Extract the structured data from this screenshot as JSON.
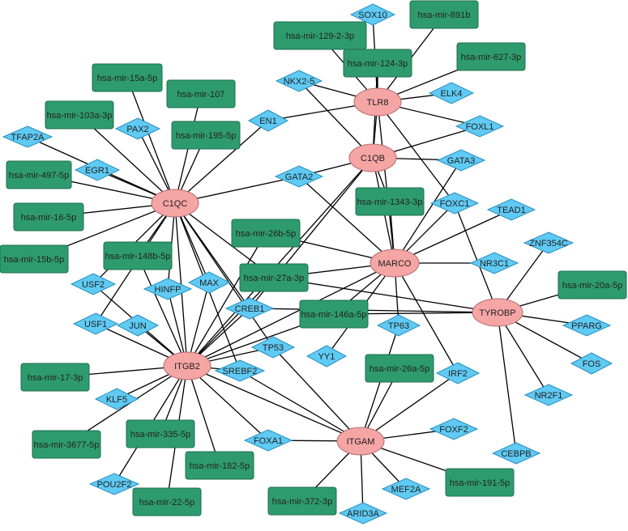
{
  "colors": {
    "gene": "#f6a5a5",
    "mirna": "#2e9b6e",
    "tf": "#5fcaf3",
    "edge": "#000000",
    "background": "#ffffff"
  },
  "nodes": [
    {
      "id": "TLR8",
      "label": "TLR8",
      "type": "gene"
    },
    {
      "id": "C1QB",
      "label": "C1QB",
      "type": "gene"
    },
    {
      "id": "C1QC",
      "label": "C1QC",
      "type": "gene"
    },
    {
      "id": "MARCO",
      "label": "MARCO",
      "type": "gene"
    },
    {
      "id": "TYROBP",
      "label": "TYROBP",
      "type": "gene"
    },
    {
      "id": "ITGB2",
      "label": "ITGB2",
      "type": "gene"
    },
    {
      "id": "ITGAM",
      "label": "ITGAM",
      "type": "gene"
    },
    {
      "id": "m129_2",
      "label": "hsa-mir-129-2-3p",
      "type": "mirna"
    },
    {
      "id": "m891b",
      "label": "hsa-mir-891b",
      "type": "mirna"
    },
    {
      "id": "m124",
      "label": "hsa-mir-124-3p",
      "type": "mirna"
    },
    {
      "id": "m627",
      "label": "hsa-mir-627-3p",
      "type": "mirna"
    },
    {
      "id": "m15a",
      "label": "hsa-mir-15a-5p",
      "type": "mirna"
    },
    {
      "id": "m107",
      "label": "hsa-mir-107",
      "type": "mirna"
    },
    {
      "id": "m103a",
      "label": "hsa-mir-103a-3p",
      "type": "mirna"
    },
    {
      "id": "m195",
      "label": "hsa-mir-195-5p",
      "type": "mirna"
    },
    {
      "id": "m497",
      "label": "hsa-mir-497-5p",
      "type": "mirna"
    },
    {
      "id": "m16",
      "label": "hsa-mir-16-5p",
      "type": "mirna"
    },
    {
      "id": "m15b",
      "label": "hsa-mir-15b-5p",
      "type": "mirna"
    },
    {
      "id": "m1343",
      "label": "hsa-mir-1343-3p",
      "type": "mirna"
    },
    {
      "id": "m26b",
      "label": "hsa-mir-26b-5p",
      "type": "mirna"
    },
    {
      "id": "m148b",
      "label": "hsa-mir-148b-5p",
      "type": "mirna"
    },
    {
      "id": "m27a",
      "label": "hsa-mir-27a-3p",
      "type": "mirna"
    },
    {
      "id": "m146a",
      "label": "hsa-mir-146a-5p",
      "type": "mirna"
    },
    {
      "id": "m20a",
      "label": "hsa-mir-20a-5p",
      "type": "mirna"
    },
    {
      "id": "m17",
      "label": "hsa-mir-17-3p",
      "type": "mirna"
    },
    {
      "id": "m26a",
      "label": "hsa-mir-26a-5p",
      "type": "mirna"
    },
    {
      "id": "m3677",
      "label": "hsa-mir-3677-5p",
      "type": "mirna"
    },
    {
      "id": "m335",
      "label": "hsa-mir-335-5p",
      "type": "mirna"
    },
    {
      "id": "m182",
      "label": "hsa-mir-182-5p",
      "type": "mirna"
    },
    {
      "id": "m22",
      "label": "hsa-mir-22-5p",
      "type": "mirna"
    },
    {
      "id": "m372",
      "label": "hsa-mir-372-3p",
      "type": "mirna"
    },
    {
      "id": "m191",
      "label": "hsa-mir-191-5p",
      "type": "mirna"
    },
    {
      "id": "SOX10",
      "label": "SOX10",
      "type": "tf"
    },
    {
      "id": "NKX2_5",
      "label": "NKX2-5",
      "type": "tf"
    },
    {
      "id": "ELK4",
      "label": "ELK4",
      "type": "tf"
    },
    {
      "id": "FOXL1",
      "label": "FOXL1",
      "type": "tf"
    },
    {
      "id": "PAX2",
      "label": "PAX2",
      "type": "tf"
    },
    {
      "id": "EN1",
      "label": "EN1",
      "type": "tf"
    },
    {
      "id": "TFAP2A",
      "label": "TFAP2A",
      "type": "tf"
    },
    {
      "id": "EGR1",
      "label": "EGR1",
      "type": "tf"
    },
    {
      "id": "GATA3",
      "label": "GATA3",
      "type": "tf"
    },
    {
      "id": "GATA2",
      "label": "GATA2",
      "type": "tf"
    },
    {
      "id": "FOXC1",
      "label": "FOXC1",
      "type": "tf"
    },
    {
      "id": "TEAD1",
      "label": "TEAD1",
      "type": "tf"
    },
    {
      "id": "ZNF354C",
      "label": "ZNF354C",
      "type": "tf"
    },
    {
      "id": "NR3C1",
      "label": "NR3C1",
      "type": "tf"
    },
    {
      "id": "USF2",
      "label": "USF2",
      "type": "tf"
    },
    {
      "id": "HINFP",
      "label": "HINFP",
      "type": "tf"
    },
    {
      "id": "MAX",
      "label": "MAX",
      "type": "tf"
    },
    {
      "id": "CREB1",
      "label": "CREB1",
      "type": "tf"
    },
    {
      "id": "USF1",
      "label": "USF1",
      "type": "tf"
    },
    {
      "id": "JUN",
      "label": "JUN",
      "type": "tf"
    },
    {
      "id": "TP63",
      "label": "TP63",
      "type": "tf"
    },
    {
      "id": "PPARG",
      "label": "PPARG",
      "type": "tf"
    },
    {
      "id": "TP53",
      "label": "TP53",
      "type": "tf"
    },
    {
      "id": "YY1",
      "label": "YY1",
      "type": "tf"
    },
    {
      "id": "FOS",
      "label": "FOS",
      "type": "tf"
    },
    {
      "id": "SREBF2",
      "label": "SREBF2",
      "type": "tf"
    },
    {
      "id": "IRF2",
      "label": "IRF2",
      "type": "tf"
    },
    {
      "id": "NR2F1",
      "label": "NR2F1",
      "type": "tf"
    },
    {
      "id": "KLF5",
      "label": "KLF5",
      "type": "tf"
    },
    {
      "id": "FOXF2",
      "label": "FOXF2",
      "type": "tf"
    },
    {
      "id": "FOXA1",
      "label": "FOXA1",
      "type": "tf"
    },
    {
      "id": "CEBPB",
      "label": "CEBPB",
      "type": "tf"
    },
    {
      "id": "POU2F2",
      "label": "POU2F2",
      "type": "tf"
    },
    {
      "id": "MEF2A",
      "label": "MEF2A",
      "type": "tf"
    },
    {
      "id": "ARID3A",
      "label": "ARID3A",
      "type": "tf"
    }
  ],
  "edges": [
    [
      "TLR8",
      "SOX10"
    ],
    [
      "TLR8",
      "m891b"
    ],
    [
      "TLR8",
      "m129_2"
    ],
    [
      "TLR8",
      "m124"
    ],
    [
      "TLR8",
      "m627"
    ],
    [
      "TLR8",
      "NKX2_5"
    ],
    [
      "TLR8",
      "ELK4"
    ],
    [
      "TLR8",
      "FOXL1"
    ],
    [
      "TLR8",
      "EN1"
    ],
    [
      "TLR8",
      "MARCO"
    ],
    [
      "TLR8",
      "FOXC1"
    ],
    [
      "TLR8",
      "C1QB"
    ],
    [
      "C1QB",
      "GATA3"
    ],
    [
      "C1QB",
      "GATA2"
    ],
    [
      "C1QB",
      "m1343"
    ],
    [
      "C1QB",
      "MARCO"
    ],
    [
      "C1QB",
      "NKX2_5"
    ],
    [
      "C1QB",
      "FOXL1"
    ],
    [
      "C1QB",
      "CREB1"
    ],
    [
      "C1QB",
      "m124"
    ],
    [
      "C1QB",
      "ITGB2"
    ],
    [
      "C1QC",
      "m15a"
    ],
    [
      "C1QC",
      "m107"
    ],
    [
      "C1QC",
      "m103a"
    ],
    [
      "C1QC",
      "m195"
    ],
    [
      "C1QC",
      "PAX2"
    ],
    [
      "C1QC",
      "EN1"
    ],
    [
      "C1QC",
      "TFAP2A"
    ],
    [
      "C1QC",
      "EGR1"
    ],
    [
      "C1QC",
      "m497"
    ],
    [
      "C1QC",
      "m16"
    ],
    [
      "C1QC",
      "m15b"
    ],
    [
      "C1QC",
      "GATA2"
    ],
    [
      "C1QC",
      "ITGB2"
    ],
    [
      "C1QC",
      "USF2"
    ],
    [
      "C1QC",
      "HINFP"
    ],
    [
      "C1QC",
      "MAX"
    ],
    [
      "C1QC",
      "CREB1"
    ],
    [
      "C1QC",
      "TP53"
    ],
    [
      "C1QC",
      "m148b"
    ],
    [
      "C1QC",
      "USF1"
    ],
    [
      "C1QC",
      "SREBF2"
    ],
    [
      "C1QC",
      "m27a"
    ],
    [
      "MARCO",
      "m1343"
    ],
    [
      "MARCO",
      "GATA2"
    ],
    [
      "MARCO",
      "FOXC1"
    ],
    [
      "MARCO",
      "GATA3"
    ],
    [
      "MARCO",
      "NR3C1"
    ],
    [
      "MARCO",
      "m26b"
    ],
    [
      "MARCO",
      "m27a"
    ],
    [
      "MARCO",
      "m146a"
    ],
    [
      "MARCO",
      "TP63"
    ],
    [
      "MARCO",
      "YY1"
    ],
    [
      "MARCO",
      "IRF2"
    ],
    [
      "MARCO",
      "ITGB2"
    ],
    [
      "MARCO",
      "TEAD1"
    ],
    [
      "TYROBP",
      "FOXC1"
    ],
    [
      "TYROBP",
      "ZNF354C"
    ],
    [
      "TYROBP",
      "m20a"
    ],
    [
      "TYROBP",
      "PPARG"
    ],
    [
      "TYROBP",
      "FOS"
    ],
    [
      "TYROBP",
      "NR2F1"
    ],
    [
      "TYROBP",
      "CEBPB"
    ],
    [
      "TYROBP",
      "m27a"
    ],
    [
      "TYROBP",
      "CREB1"
    ],
    [
      "TYROBP",
      "m146a"
    ],
    [
      "ITGB2",
      "m26b"
    ],
    [
      "ITGB2",
      "m148b"
    ],
    [
      "ITGB2",
      "USF1"
    ],
    [
      "ITGB2",
      "JUN"
    ],
    [
      "ITGB2",
      "m17"
    ],
    [
      "ITGB2",
      "KLF5"
    ],
    [
      "ITGB2",
      "m3677"
    ],
    [
      "ITGB2",
      "m335"
    ],
    [
      "ITGB2",
      "m182"
    ],
    [
      "ITGB2",
      "m22"
    ],
    [
      "ITGB2",
      "POU2F2"
    ],
    [
      "ITGB2",
      "SREBF2"
    ],
    [
      "ITGB2",
      "FOXA1"
    ],
    [
      "ITGB2",
      "TP53"
    ],
    [
      "ITGB2",
      "HINFP"
    ],
    [
      "ITGB2",
      "MAX"
    ],
    [
      "ITGB2",
      "USF2"
    ],
    [
      "ITGB2",
      "m27a"
    ],
    [
      "ITGB2",
      "m146a"
    ],
    [
      "ITGB2",
      "ITGAM"
    ],
    [
      "ITGB2",
      "CREB1"
    ],
    [
      "ITGAM",
      "m26a"
    ],
    [
      "ITGAM",
      "TP63"
    ],
    [
      "ITGAM",
      "IRF2"
    ],
    [
      "ITGAM",
      "FOXF2"
    ],
    [
      "ITGAM",
      "m191"
    ],
    [
      "ITGAM",
      "MEF2A"
    ],
    [
      "ITGAM",
      "ARID3A"
    ],
    [
      "ITGAM",
      "m372"
    ],
    [
      "ITGAM",
      "FOXA1"
    ],
    [
      "ITGAM",
      "SREBF2"
    ],
    [
      "ITGAM",
      "TP53"
    ]
  ]
}
